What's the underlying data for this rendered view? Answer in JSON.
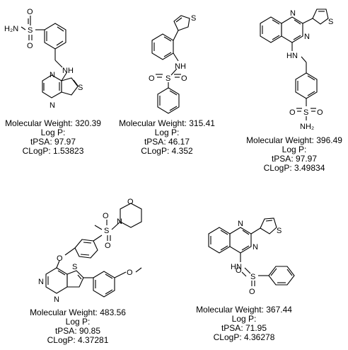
{
  "compounds": [
    {
      "atoms": {
        "sulfonamide_top": "H₂N",
        "s": "S",
        "o1": "O",
        "o2": "O",
        "nh": "NH",
        "n1": "N",
        "n2": "N",
        "s_thio": "S"
      },
      "props": {
        "mw": "Molecular Weight: 320.39",
        "logp": "Log P:",
        "tpsa": "tPSA: 97.97",
        "clogp": "CLogP: 1.53823"
      }
    },
    {
      "atoms": {
        "s_thio": "S",
        "nh": "NH",
        "s": "S",
        "o1": "O",
        "o2": "O"
      },
      "props": {
        "mw": "Molecular Weight: 315.41",
        "logp": "Log P:",
        "tpsa": "tPSA: 46.17",
        "clogp": "CLogP: 4.352"
      }
    },
    {
      "atoms": {
        "n1": "N",
        "n2": "N",
        "s_thio": "S",
        "hn": "HN",
        "s": "S",
        "o1": "O",
        "o2": "O",
        "nh2": "NH₂"
      },
      "props": {
        "mw": "Molecular Weight: 396.49",
        "logp": "Log P:",
        "tpsa": "tPSA: 97.97",
        "clogp": "CLogP: 3.49834"
      }
    },
    {
      "atoms": {
        "o_morph": "O",
        "n_morph": "N",
        "s": "S",
        "o1": "O",
        "o2": "O",
        "o_ether": "O",
        "s_thio": "S",
        "n1": "N",
        "n2": "N",
        "ome": "O"
      },
      "props": {
        "mw": "Molecular Weight: 483.56",
        "logp": "Log P:",
        "tpsa": "tPSA: 90.85",
        "clogp": "CLogP: 4.37281"
      }
    },
    {
      "atoms": {
        "n1": "N",
        "n2": "N",
        "s_thio": "S",
        "hn": "HN",
        "s": "S",
        "o1": "O",
        "o2": "O"
      },
      "props": {
        "mw": "Molecular Weight: 367.44",
        "logp": "Log P:",
        "tpsa": "tPSA: 71.95",
        "clogp": "CLogP: 4.36278"
      }
    }
  ]
}
